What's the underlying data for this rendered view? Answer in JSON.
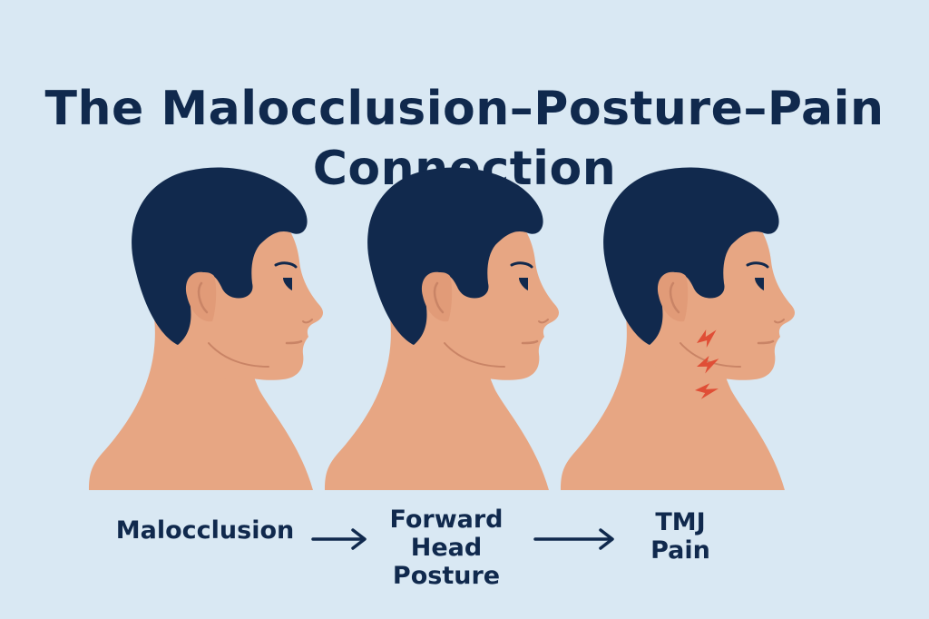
{
  "title": {
    "line1": "The Malocclusion–Posture–Pain",
    "line2": "Connection"
  },
  "stages": [
    {
      "lines": [
        "Malocclusion"
      ]
    },
    {
      "lines": [
        "Forward",
        "Head",
        "Posture"
      ]
    },
    {
      "lines": [
        "TMJ",
        "Pain"
      ]
    }
  ],
  "icons": {
    "arrow": "right-arrow-icon",
    "pain": "lightning-bolt-icon"
  },
  "colors": {
    "background": "#d9e8f3",
    "text": "#10294d",
    "hair": "#11294d",
    "skin": "#e7a683",
    "skin_line": "#c98466",
    "pain": "#e04e36"
  }
}
